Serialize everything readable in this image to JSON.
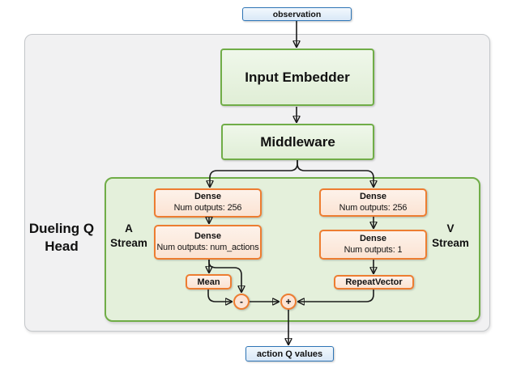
{
  "nodes": {
    "observation": {
      "label": "observation"
    },
    "input_embedder": {
      "label": "Input Embedder"
    },
    "middleware": {
      "label": "Middleware"
    },
    "dueling_head": {
      "label": "Dueling Q Head"
    },
    "a_stream": {
      "label": "A Stream"
    },
    "v_stream": {
      "label": "V Stream"
    },
    "a_dense_1": {
      "title": "Dense",
      "subtitle": "Num outputs: 256"
    },
    "a_dense_2": {
      "title": "Dense",
      "subtitle": "Num outputs: num_actions"
    },
    "v_dense_1": {
      "title": "Dense",
      "subtitle": "Num outputs: 256"
    },
    "v_dense_2": {
      "title": "Dense",
      "subtitle": "Num outputs: 1"
    },
    "mean": {
      "label": "Mean"
    },
    "repeat_vector": {
      "label": "RepeatVector"
    },
    "minus_op": {
      "label": "-"
    },
    "plus_op": {
      "label": "+"
    },
    "action_q_values": {
      "label": "action Q values"
    }
  },
  "colors": {
    "io_fill": "#d9e8f7",
    "io_border": "#2e75b6",
    "green_fill": "#e2efda",
    "green_border": "#70ad47",
    "orange_fill": "#fce4d6",
    "orange_border": "#ed7d31",
    "container_fill": "#f1f1f2",
    "container_border": "#c4c7ca",
    "arrow": "#1a1a1a"
  }
}
